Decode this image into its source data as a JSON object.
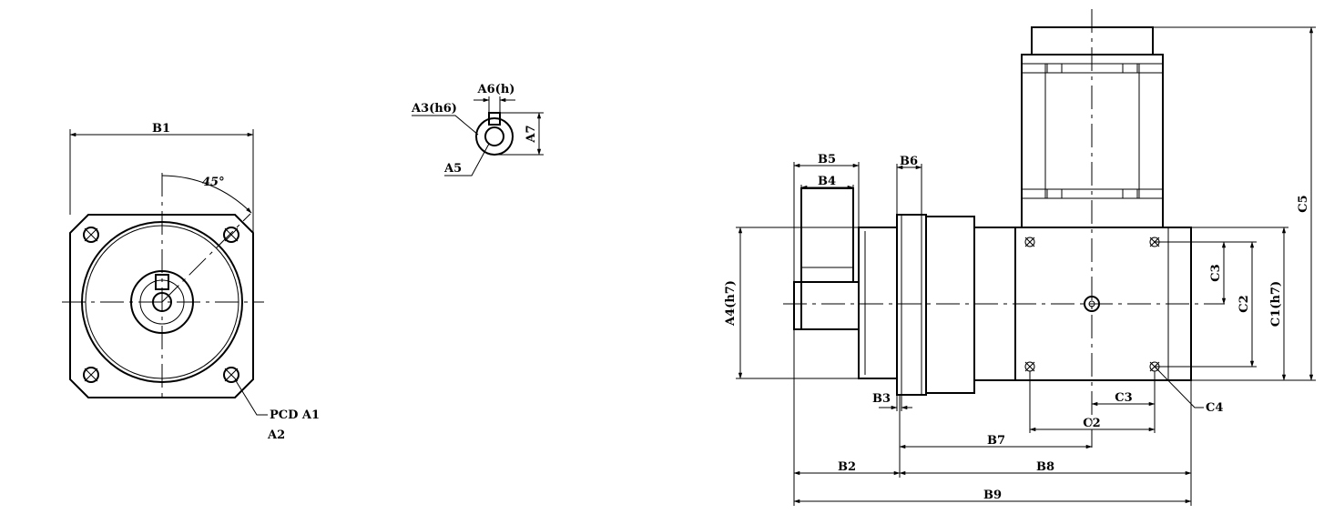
{
  "labels": {
    "b1": "B1",
    "angle": "45°",
    "pcd": "PCD A1",
    "a2": "A2",
    "a6": "A6(h)",
    "a3": "A3(h6)",
    "a5": "A5",
    "a7": "A7",
    "b5": "B5",
    "b4": "B4",
    "b6": "B6",
    "a4": "A4(h7)",
    "b3": "B3",
    "b2": "B2",
    "b7": "B7",
    "b8": "B8",
    "b9": "B9",
    "c5": "C5",
    "c3_top": "C3",
    "c2_side": "C2",
    "c1": "C1(h7)",
    "c3_bottom": "C3",
    "c2_bottom": "C2",
    "c4": "C4"
  }
}
